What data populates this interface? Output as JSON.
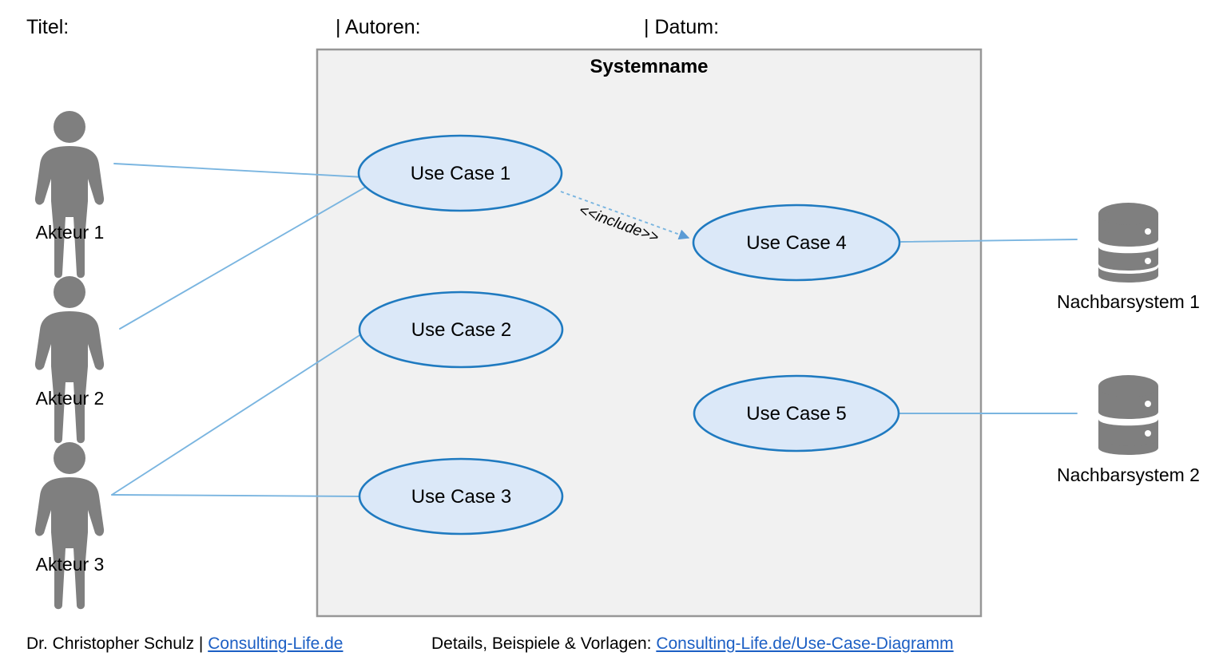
{
  "header": {
    "title_label": "Titel:",
    "authors_label": "| Autoren:",
    "date_label": "| Datum:"
  },
  "system": {
    "name": "Systemname",
    "fill_color": "#f1f1f1",
    "border_color": "#979797"
  },
  "theme": {
    "usecase_fill": "#dbe8f8",
    "usecase_border": "#1f7ac0",
    "association_color": "#7ab5e0",
    "actor_color": "#7f7f7f",
    "link_color": "#1c5fc4",
    "text_color": "#000000"
  },
  "actors": [
    {
      "id": "actor-1",
      "label": "Akteur 1",
      "icon": "actor-person-icon"
    },
    {
      "id": "actor-2",
      "label": "Akteur 2",
      "icon": "actor-person-icon"
    },
    {
      "id": "actor-3",
      "label": "Akteur 3",
      "icon": "actor-person-icon"
    }
  ],
  "use_cases": [
    {
      "id": "use-case-1",
      "label": "Use Case 1"
    },
    {
      "id": "use-case-2",
      "label": "Use Case 2"
    },
    {
      "id": "use-case-3",
      "label": "Use Case 3"
    },
    {
      "id": "use-case-4",
      "label": "Use Case 4"
    },
    {
      "id": "use-case-5",
      "label": "Use Case 5"
    }
  ],
  "external_systems": [
    {
      "id": "neighbour-system-1",
      "label": "Nachbarsystem 1",
      "icon": "database-icon"
    },
    {
      "id": "neighbour-system-2",
      "label": "Nachbarsystem 2",
      "icon": "database-icon"
    }
  ],
  "relationships": [
    {
      "type": "association",
      "from": "actor-1",
      "to": "use-case-1"
    },
    {
      "type": "association",
      "from": "actor-2",
      "to": "use-case-1"
    },
    {
      "type": "association",
      "from": "actor-3",
      "to": "use-case-2"
    },
    {
      "type": "association",
      "from": "actor-3",
      "to": "use-case-3"
    },
    {
      "type": "include",
      "from": "use-case-1",
      "to": "use-case-4",
      "label": "<<include>>"
    },
    {
      "type": "association",
      "from": "use-case-4",
      "to": "neighbour-system-1"
    },
    {
      "type": "association",
      "from": "use-case-5",
      "to": "neighbour-system-2"
    }
  ],
  "include_label": "<<include>>",
  "footer": {
    "author_prefix": "Dr. Christopher Schulz | ",
    "author_link": "Consulting-Life.de",
    "details_prefix": "Details, Beispiele & Vorlagen: ",
    "details_link": "Consulting-Life.de/Use-Case-Diagramm"
  }
}
